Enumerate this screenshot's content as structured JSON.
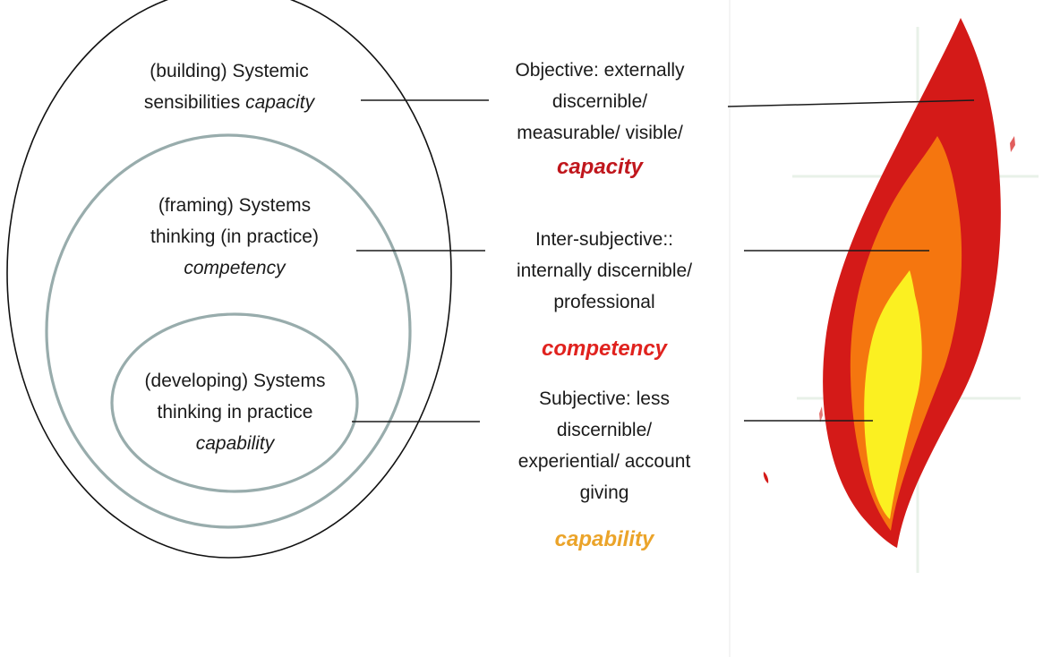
{
  "circles": {
    "outer": {
      "line1": "(building) Systemic",
      "line2_prefix": "sensibilities ",
      "term": "capacity"
    },
    "middle": {
      "line1": "(framing) Systems",
      "line2": "thinking (in practice)",
      "term": "competency"
    },
    "inner": {
      "line1": "(developing) Systems",
      "line2": "thinking in practice",
      "term": "capability"
    }
  },
  "descriptions": {
    "objective": {
      "lines": [
        "Objective: externally",
        "discernible/",
        "measurable/ visible/"
      ],
      "keyword": "capacity",
      "keyword_color": "#c0161c"
    },
    "intersubjective": {
      "lines": [
        "Inter-subjective::",
        "internally discernible/",
        "professional"
      ],
      "keyword": "competency",
      "keyword_color": "#e0221e"
    },
    "subjective": {
      "lines": [
        "Subjective: less",
        "discernible/",
        "experiential/ account",
        "giving"
      ],
      "keyword": "capability",
      "keyword_color": "#eba42a"
    }
  },
  "colors": {
    "outer_circle": "#111111",
    "inner_circles": "#98acac",
    "flame_outer": "#d41a18",
    "flame_mid": "#f5760f",
    "flame_inner": "#fbf021"
  }
}
